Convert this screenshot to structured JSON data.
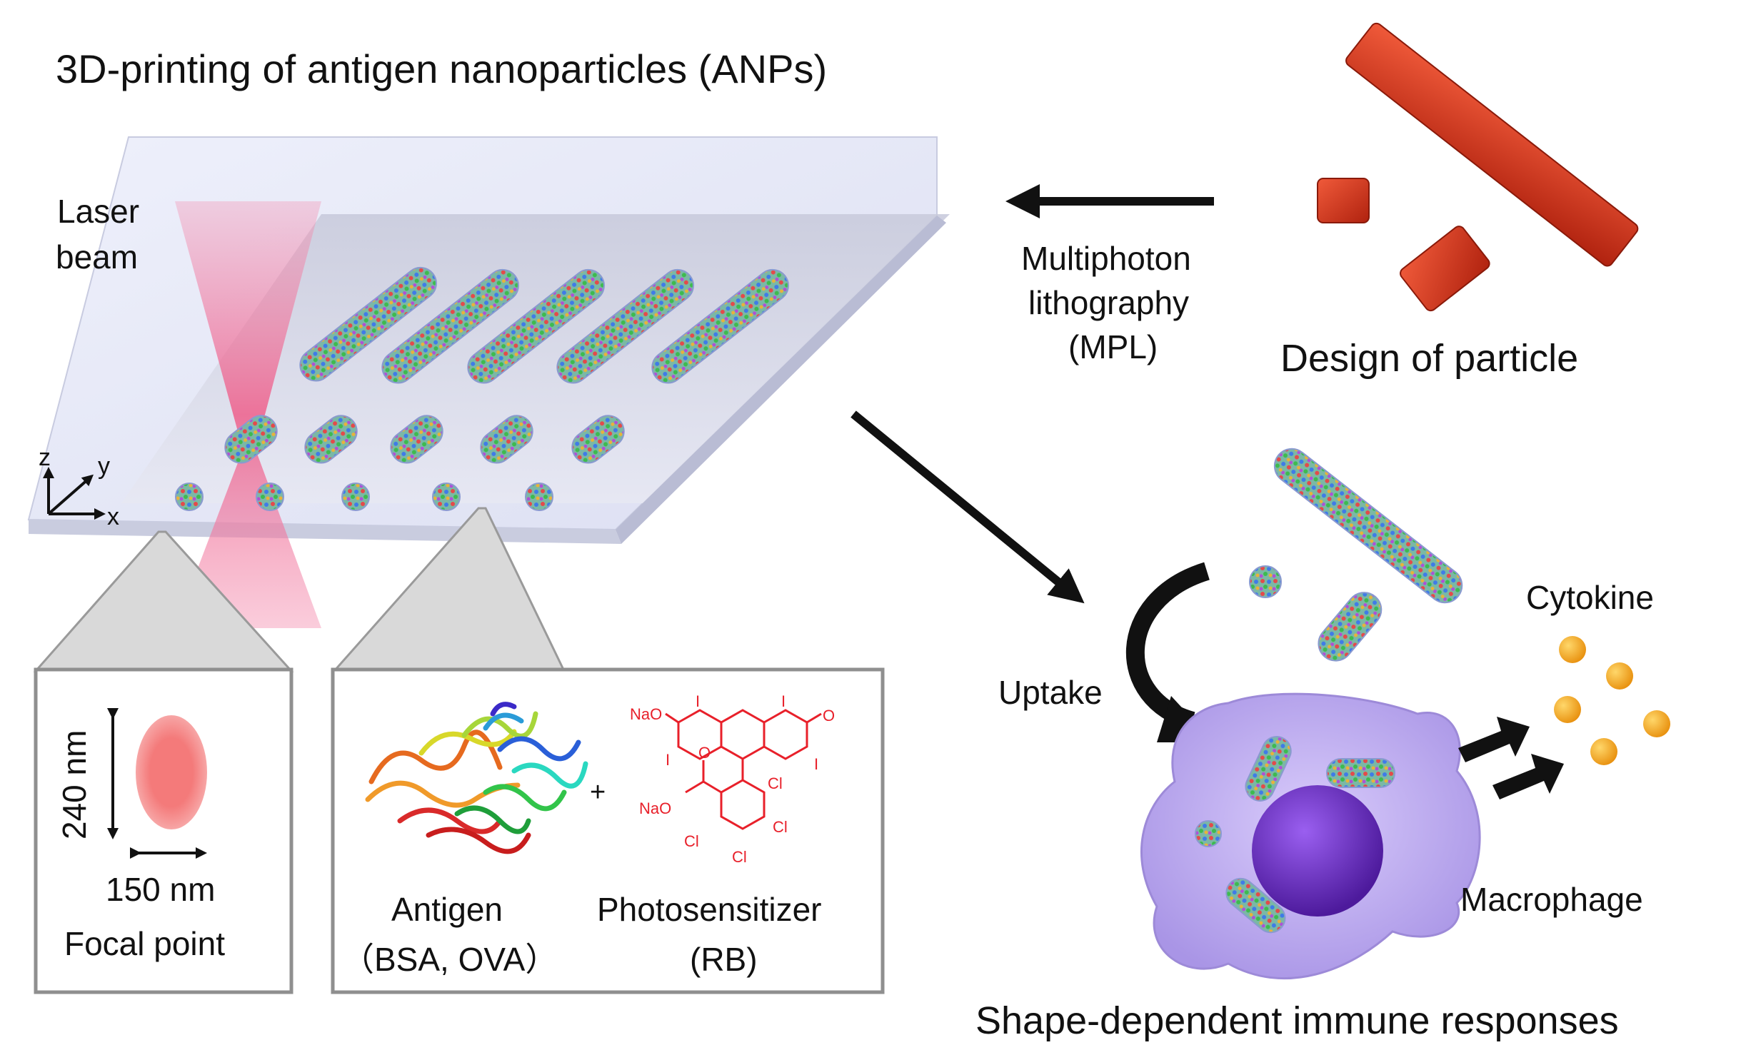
{
  "title": "3D-printing of antigen nanoparticles (ANPs)",
  "laser_label": [
    "Laser",
    "beam"
  ],
  "axes": {
    "z": "z",
    "y": "y",
    "x": "x"
  },
  "mpl_label": [
    "Multiphoton",
    "lithography",
    "(MPL)"
  ],
  "design_label": "Design of particle",
  "focal": {
    "height": "240 nm",
    "width": "150 nm",
    "caption": "Focal  point"
  },
  "materials": {
    "plus": "+",
    "antigen_title": "Antigen",
    "antigen_sub": "（BSA, OVA）",
    "ps_title": "Photosensitizer",
    "ps_sub": "(RB)",
    "chem": {
      "i1": "I",
      "i2": "I",
      "i3": "I",
      "i4": "I",
      "nao1": "NaO",
      "nao2": "NaO",
      "o1": "O",
      "o2": "O",
      "cl1": "Cl",
      "cl2": "Cl",
      "cl3": "Cl",
      "cl4": "Cl"
    }
  },
  "uptake_label": "Uptake",
  "cytokine_label": "Cytokine",
  "macrophage_label": "Macrophage",
  "bottom_label": "Shape-dependent immune responses",
  "colors": {
    "laser": "#f2709a",
    "focal_spot": "#f47a7a",
    "designed_particle": "#d8381f",
    "chemistry": "#e8202a",
    "cell": "#b7a6ea",
    "nucleus": "#6b2fc0",
    "cytokine": "#f3a61e"
  }
}
